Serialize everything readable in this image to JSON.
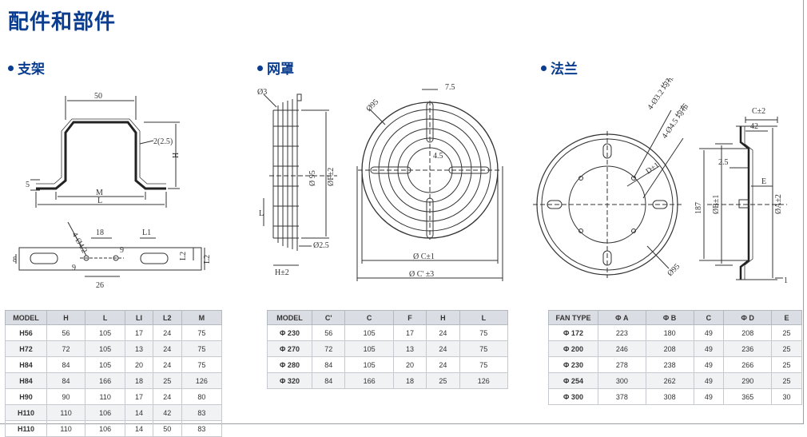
{
  "title": "配件和部件",
  "sections": {
    "bracket": "支架",
    "guard": "网罩",
    "flange": "法兰"
  },
  "bracket_labels": {
    "dim_50": "50",
    "dim_h": "H",
    "dim_2": "2(2.5)",
    "dim_5": "5",
    "dim_m": "M",
    "dim_l": "L",
    "dim_4_04": "4-Ø4.2",
    "dim_18": "18",
    "dim_l1": "L1",
    "dim_8": "8",
    "dim_9a": "9",
    "dim_9b": "9",
    "dim_l2a": "L2",
    "dim_l2b": "L2",
    "dim_26": "26"
  },
  "guard_labels": {
    "dim_o3": "Ø3",
    "dim_o95a": "Ø 95",
    "dim_ofe": "ØF±2",
    "dim_l": "L",
    "dim_o25": "Ø2.5",
    "dim_h2": "H±2",
    "dim_o95b": "Ø95",
    "dim_75": "7.5",
    "dim_45": "4.5",
    "dim_oc1": "Ø C±1",
    "dim_oc3": "Ø C'  ±3"
  },
  "flange_labels": {
    "dim_4_032": "4-Ø3.2 均布",
    "dim_4_045": "4-Ø4.5 均布",
    "dim_d1": "D±1",
    "dim_o95": "Ø95",
    "dim_c2": "C±2",
    "dim_42": "42",
    "dim_25": "2.5",
    "dim_e": "E",
    "dim_187": "187",
    "dim_ob1": "ØB±1",
    "dim_oa2": "ØA±2",
    "dim_1": "1"
  },
  "bracket_table": {
    "headers": [
      "MODEL",
      "H",
      "L",
      "LI",
      "L2",
      "M"
    ],
    "rows": [
      [
        "H56",
        "56",
        "105",
        "17",
        "24",
        "75"
      ],
      [
        "H72",
        "72",
        "105",
        "13",
        "24",
        "75"
      ],
      [
        "H84",
        "84",
        "105",
        "20",
        "24",
        "75"
      ],
      [
        "H84",
        "84",
        "166",
        "18",
        "25",
        "126"
      ],
      [
        "H90",
        "90",
        "110",
        "17",
        "24",
        "80"
      ],
      [
        "H110",
        "110",
        "106",
        "14",
        "42",
        "83"
      ],
      [
        "H110",
        "110",
        "106",
        "14",
        "50",
        "83"
      ]
    ]
  },
  "guard_table": {
    "headers": [
      "MODEL",
      "C'",
      "C",
      "F",
      "H",
      "L"
    ],
    "rows": [
      [
        "Φ 230",
        "56",
        "105",
        "17",
        "24",
        "75"
      ],
      [
        "Φ 270",
        "72",
        "105",
        "13",
        "24",
        "75"
      ],
      [
        "Φ 280",
        "84",
        "105",
        "20",
        "24",
        "75"
      ],
      [
        "Φ 320",
        "84",
        "166",
        "18",
        "25",
        "126"
      ]
    ]
  },
  "flange_table": {
    "headers": [
      "FAN TYPE",
      "Φ A",
      "Φ B",
      "C",
      "Φ D",
      "E"
    ],
    "rows": [
      [
        "Φ 172",
        "223",
        "180",
        "49",
        "208",
        "25"
      ],
      [
        "Φ 200",
        "246",
        "208",
        "49",
        "236",
        "25"
      ],
      [
        "Φ 230",
        "278",
        "238",
        "49",
        "266",
        "25"
      ],
      [
        "Φ 254",
        "300",
        "262",
        "49",
        "290",
        "25"
      ],
      [
        "Φ 300",
        "378",
        "308",
        "49",
        "365",
        "30"
      ]
    ]
  }
}
